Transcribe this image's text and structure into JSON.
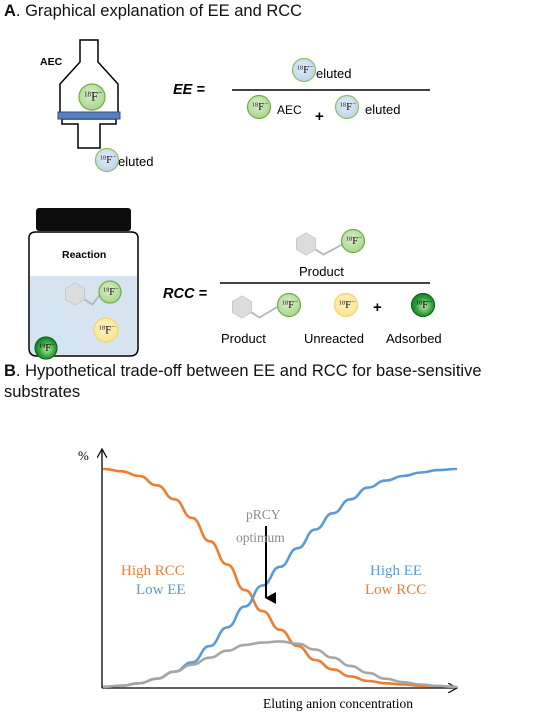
{
  "section_a": {
    "letter": "A",
    "title": ". Graphical explanation of EE and RCC"
  },
  "ee": {
    "cartridge_label": "AEC",
    "lhs": "EE =",
    "numerator_term": "eluted",
    "denominator_term1": "AEC",
    "plus": "+",
    "denominator_term2": "eluted",
    "below_cartridge_label": "eluted"
  },
  "ion": {
    "mass": "18",
    "symbol": "F",
    "charge": "−"
  },
  "rcc": {
    "vial_label": "Reaction",
    "lhs": "RCC =",
    "numerator_label": "Product",
    "plus1": "+",
    "plus2": "+",
    "den_label1": "Product",
    "den_label2": "Unreacted",
    "den_label3": "Adsorbed"
  },
  "section_b": {
    "letter": "B",
    "title_line1": ". Hypothetical trade-off between EE and RCC for base-sensitive",
    "title_line2": "substrates"
  },
  "chart_data": {
    "type": "line",
    "ylabel": "%",
    "xlabel": "Eluting anion concentration",
    "x_range": [
      0,
      1
    ],
    "y_range": [
      0,
      1
    ],
    "series": [
      {
        "color": "#ED7D31",
        "x": [
          0,
          0.05,
          0.1,
          0.15,
          0.2,
          0.25,
          0.3,
          0.35,
          0.4,
          0.45,
          0.5,
          0.55,
          0.6,
          0.65,
          0.7,
          0.75,
          0.8,
          0.85,
          0.9,
          0.95,
          1
        ],
        "y": [
          0.94,
          0.93,
          0.91,
          0.87,
          0.81,
          0.73,
          0.63,
          0.53,
          0.42,
          0.33,
          0.25,
          0.18,
          0.12,
          0.08,
          0.05,
          0.03,
          0.02,
          0.015,
          0.01,
          0.008,
          0.005
        ]
      },
      {
        "color": "#5B9BD5",
        "x": [
          0,
          0.05,
          0.1,
          0.15,
          0.2,
          0.25,
          0.3,
          0.35,
          0.4,
          0.45,
          0.5,
          0.55,
          0.6,
          0.65,
          0.7,
          0.75,
          0.8,
          0.85,
          0.9,
          0.95,
          1
        ],
        "y": [
          0.005,
          0.01,
          0.02,
          0.04,
          0.07,
          0.11,
          0.18,
          0.26,
          0.35,
          0.44,
          0.52,
          0.6,
          0.68,
          0.75,
          0.81,
          0.86,
          0.89,
          0.91,
          0.925,
          0.935,
          0.94
        ]
      },
      {
        "color": "#A6A6A6",
        "x": [
          0,
          0.05,
          0.1,
          0.15,
          0.2,
          0.25,
          0.3,
          0.35,
          0.4,
          0.45,
          0.5,
          0.55,
          0.6,
          0.65,
          0.7,
          0.75,
          0.8,
          0.85,
          0.9,
          0.95,
          1
        ],
        "y": [
          0.005,
          0.01,
          0.02,
          0.04,
          0.07,
          0.1,
          0.13,
          0.16,
          0.185,
          0.195,
          0.2,
          0.19,
          0.165,
          0.13,
          0.095,
          0.065,
          0.04,
          0.025,
          0.015,
          0.008,
          0.005
        ]
      }
    ],
    "annotations": [
      {
        "text": "pRCY",
        "color": "#8C8C8C"
      },
      {
        "text": "optimum",
        "color": "#8C8C8C"
      },
      {
        "text": "High RCC",
        "color": "#ED7D31"
      },
      {
        "text": "Low EE",
        "color": "#5B9BD5"
      },
      {
        "text": "High EE",
        "color": "#5B9BD5"
      },
      {
        "text": "Low RCC",
        "color": "#ED7D31"
      }
    ],
    "arrow_x": 0.5
  }
}
